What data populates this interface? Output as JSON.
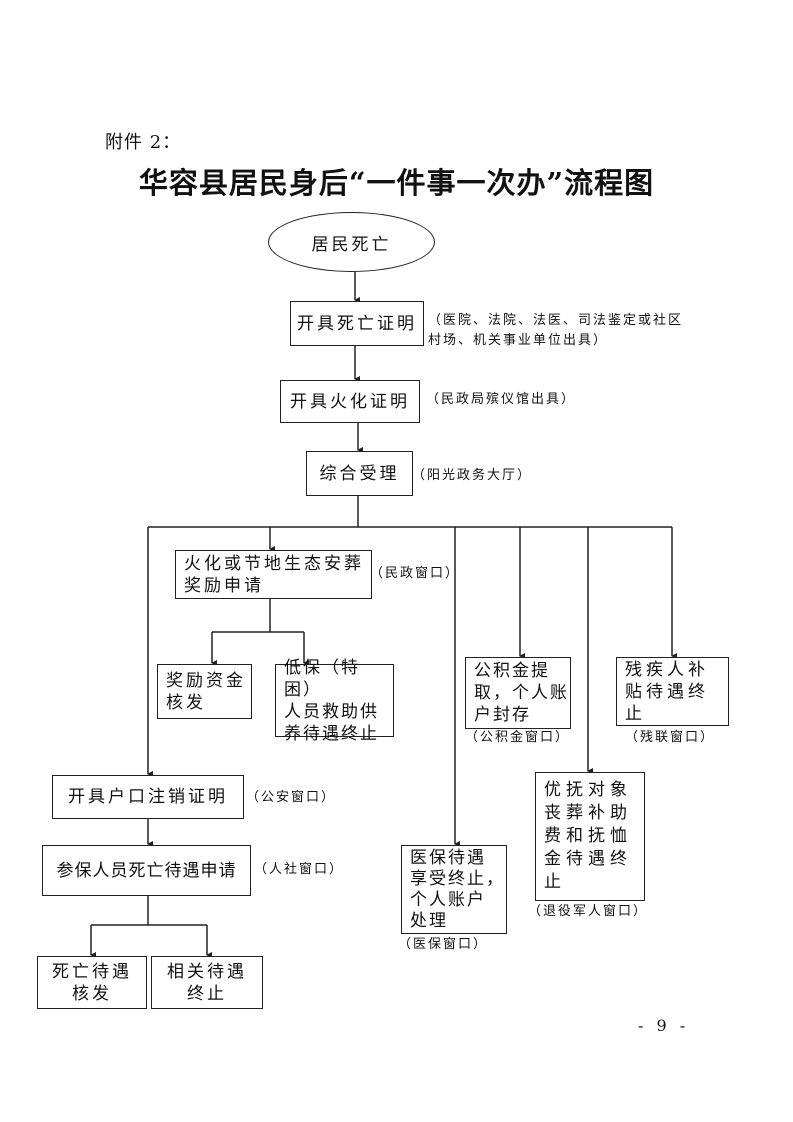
{
  "attachment_label": "附件 2：",
  "title": "华容县居民身后“一件事一次办”流程图",
  "nodes": {
    "start": "居民死亡",
    "death_cert": "开具死亡证明",
    "death_cert_note": "（医院、法院、法医、司法鉴定或社区\n村场、机关事业单位出具）",
    "cremation_cert": "开具火化证明",
    "cremation_cert_note": "（民政局殡仪馆出具）",
    "acceptance": "综合受理",
    "acceptance_note": "（阳光政务大厅）",
    "burial_reward": "火化或节地生态安葬\n奖励申请",
    "burial_reward_note": "（民政窗口）",
    "reward_payment": "奖励资金\n核发",
    "dibao_end": "低保（特困）\n人员救助供\n养待遇终止",
    "fund": "公积金提\n取，个人账\n户封存",
    "fund_note": "（公积金窗口）",
    "disability": "残疾人补\n贴待遇终\n止",
    "disability_note": "（残联窗口）",
    "household": "开具户口注销证明",
    "household_note": "（公安窗口）",
    "insured": "参保人员死亡待遇申请",
    "insured_note": "（人社窗口）",
    "death_benefit": "死亡待遇\n核发",
    "related_end": "相关待遇\n终止",
    "medical": "医保待遇\n享受终止，\n个人账户\n处理",
    "medical_note": "（医保窗口）",
    "veteran": "优抚对象\n丧葬补助\n费和抚恤\n金待遇终\n止",
    "veteran_note": "（退役军人窗口）"
  },
  "page_number": "- 9 -"
}
